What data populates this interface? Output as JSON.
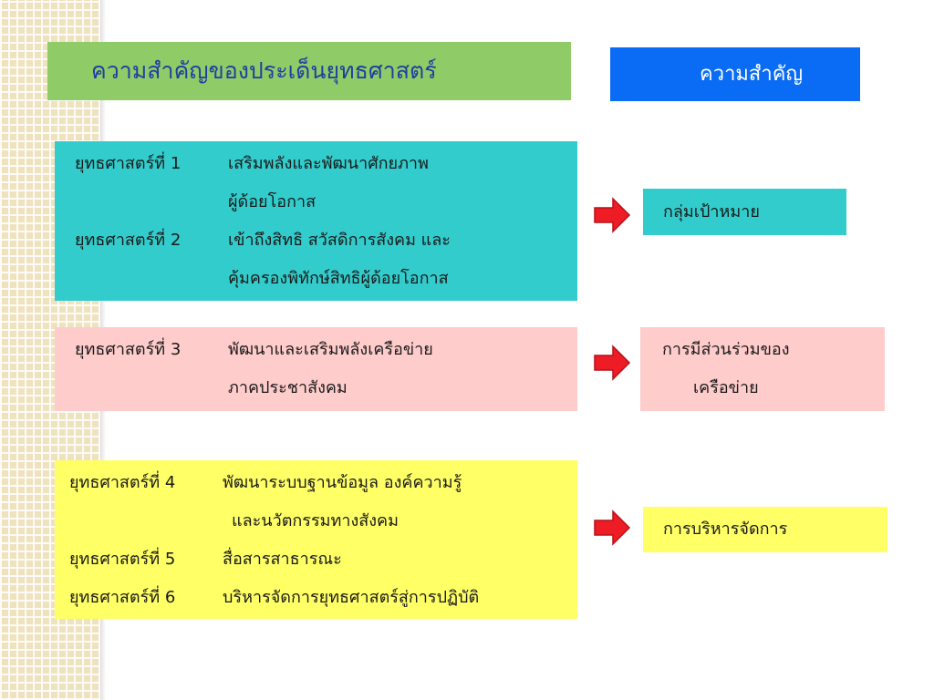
{
  "title": "ความสำคัญของประเด็นยุทธศาสตร์",
  "header": "ความสำคัญ",
  "groups": [
    {
      "rows": [
        {
          "label": "ยุทธศาสตร์ที่ 1",
          "text": "เสริมพลังและพัฒนาศักยภาพ"
        },
        {
          "label": "",
          "text": "ผู้ด้อยโอกาส"
        },
        {
          "label": "ยุทธศาสตร์ที่ 2",
          "text": "เข้าถึงสิทธิ สวัสดิการสังคม และ"
        },
        {
          "label": "",
          "text": "คุ้มครองพิทักษ์สิทธิผู้ด้อยโอกาส"
        }
      ],
      "result": [
        "กลุ่มเป้าหมาย"
      ]
    },
    {
      "rows": [
        {
          "label": "ยุทธศาสตร์ที่ 3",
          "text": "พัฒนาและเสริมพลังเครือข่าย"
        },
        {
          "label": "",
          "text": "ภาคประชาสังคม"
        }
      ],
      "result": [
        "การมีส่วนร่วมของ",
        "เครือข่าย"
      ]
    },
    {
      "rows": [
        {
          "label": "ยุทธศาสตร์ที่ 4",
          "text": "พัฒนาระบบฐานข้อมูล องค์ความรู้"
        },
        {
          "label": "",
          "text": "และนวัตกรรมทางสังคม"
        },
        {
          "label": "ยุทธศาสตร์ที่ 5",
          "text": "สื่อสารสาธารณะ"
        },
        {
          "label": "ยุทธศาสตร์ที่ 6",
          "text": "บริหารจัดการยุทธศาสตร์สู่การปฏิบัติ"
        }
      ],
      "result": [
        "การบริหารจัดการ"
      ]
    }
  ],
  "colors": {
    "title_bg": "#8fcb66",
    "title_text": "#1d3fa3",
    "header_bg": "#0a6cf4",
    "group1_bg": "#33cccc",
    "group2_bg": "#ffcccc",
    "group3_bg": "#ffff66",
    "arrow": "#ee1c25"
  },
  "icons": [
    "right-arrow-icon"
  ]
}
